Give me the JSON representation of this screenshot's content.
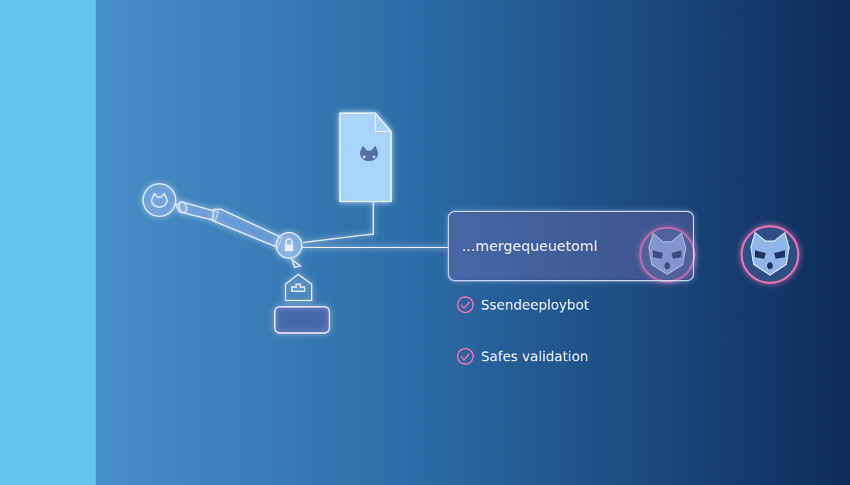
{
  "diagram": {
    "nodes": [
      {
        "text": [
          "...mergequeuetoml"
        ]
      }
    ],
    "labels": [
      "Ssendeeploybot",
      "Safes validation"
    ]
  }
}
